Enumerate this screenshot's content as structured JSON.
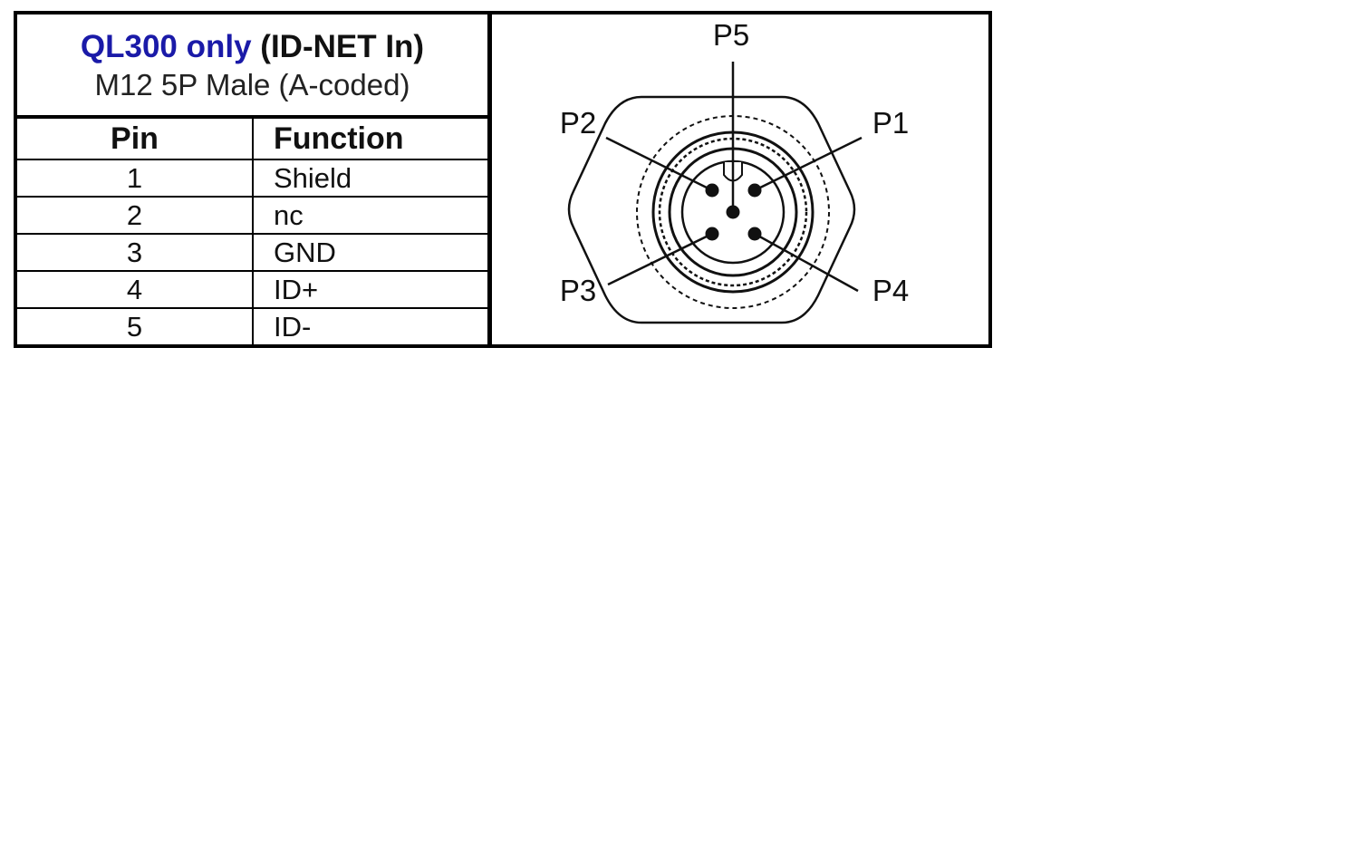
{
  "header": {
    "title_blue": "QL300 only",
    "title_black": "(ID-NET In)",
    "subtitle": "M12 5P Male (A-coded)"
  },
  "table": {
    "columns": [
      "Pin",
      "Function"
    ],
    "rows": [
      {
        "pin": "1",
        "function": "Shield"
      },
      {
        "pin": "2",
        "function": "nc"
      },
      {
        "pin": "3",
        "function": "GND"
      },
      {
        "pin": "4",
        "function": "ID+"
      },
      {
        "pin": "5",
        "function": "ID-"
      }
    ]
  },
  "diagram": {
    "labels": {
      "p1": "P1",
      "p2": "P2",
      "p3": "P3",
      "p4": "P4",
      "p5": "P5"
    }
  },
  "colors": {
    "title_blue": "#1a1aa8",
    "border": "#000000"
  }
}
